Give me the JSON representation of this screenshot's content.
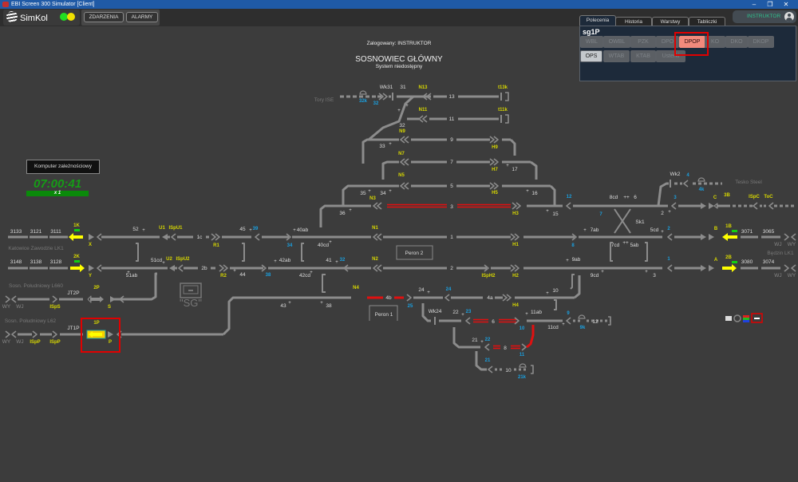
{
  "window": {
    "title": "EBI Screen 300 Simulator [Client]",
    "minimize": "–",
    "maximize": "❐",
    "close": "✕"
  },
  "topbar": {
    "logo_text": "SimKol",
    "status_leds": [
      {
        "name": "green",
        "color": "#22dd22"
      },
      {
        "name": "yellow",
        "color": "#f0e000"
      }
    ],
    "events_button": "ZDARZENIA",
    "alarms_button": "ALARMY",
    "user_button": "INSTRUKTOR"
  },
  "panel": {
    "tabs": [
      {
        "label": "Polecenia",
        "active": true
      },
      {
        "label": "Historia",
        "active": false
      },
      {
        "label": "Warstwy",
        "active": false
      },
      {
        "label": "Tabliczki",
        "active": false
      }
    ],
    "selected_object": "sg1P",
    "commands_row1": [
      {
        "label": "WBL",
        "state": "disabled"
      },
      {
        "label": "OWBL",
        "state": "disabled"
      },
      {
        "label": "PZK",
        "state": "disabled"
      },
      {
        "label": "DPO",
        "state": "disabled"
      },
      {
        "label": "DPOP",
        "state": "highlighted"
      },
      {
        "label": "KO",
        "state": "disabled"
      },
      {
        "label": "DKO",
        "state": "disabled"
      },
      {
        "label": "DKOP",
        "state": "disabled"
      }
    ],
    "commands_row2": [
      {
        "label": "OPS",
        "state": "enabled"
      },
      {
        "label": "WTAB",
        "state": "disabled"
      },
      {
        "label": "KTAB",
        "state": "disabled"
      },
      {
        "label": "Usterki",
        "state": "disabled"
      }
    ]
  },
  "header": {
    "logged_in": "Zalogowany: INSTRUKTOR",
    "station": "SOSNOWIEC GŁÓWNY",
    "system_status": "System niedostępny"
  },
  "interlocking": {
    "label": "Komputer zależnościowy",
    "clock": "07:00:41",
    "speed": "x 1"
  },
  "colors": {
    "track": "#8c8c8c",
    "occupied": "#e01010",
    "signal_label": "#d8d800",
    "blue_label": "#1aa0e0",
    "route_yellow": "#ffff00",
    "highlight": "#e00000"
  },
  "scheme": {
    "areas": [
      "Tory ISE",
      "Katowice Zawodzie LK1",
      "Sosn. Południowy L660",
      "Sosn. Południowy L62",
      "Tesko Steel",
      "Będzin LK1"
    ],
    "platforms": [
      "Peron 2",
      "Peron 1"
    ],
    "sg_label": "\"SG\"",
    "tracks": [
      "13",
      "11",
      "9",
      "7",
      "5",
      "3",
      "1",
      "2",
      "4b",
      "4a",
      "6",
      "8",
      "10",
      "12",
      "1c",
      "2b"
    ],
    "signals": [
      "N13",
      "N11",
      "N9",
      "N7",
      "N5",
      "N3",
      "N1",
      "N2",
      "N4",
      "H9",
      "H7",
      "H5",
      "H3",
      "H1",
      "H2",
      "H4",
      "U1",
      "U2",
      "R1",
      "R2",
      "1K",
      "2K",
      "2P",
      "1P",
      "X",
      "Y",
      "S",
      "P",
      "C",
      "B",
      "A",
      "3B",
      "1B",
      "2B",
      "ISpU1",
      "ISpU2",
      "ISpS",
      "ISpP",
      "ISpH2",
      "ISpC",
      "ToC",
      "t13k",
      "t11k"
    ],
    "switches": [
      "52",
      "51cd",
      "51ab",
      "45",
      "44",
      "40ab",
      "40cd",
      "42ab",
      "42cd",
      "41",
      "43",
      "38",
      "36",
      "35",
      "34",
      "33",
      "32",
      "31",
      "24",
      "22",
      "21",
      "17",
      "16",
      "15",
      "10",
      "11ab",
      "11cd",
      "9ab",
      "9cd",
      "8cd",
      "7ab",
      "7cd",
      "6",
      "5ab",
      "5cd",
      "3",
      "2"
    ],
    "blue_numbers": [
      "32k",
      "32",
      "39",
      "34",
      "36",
      "32",
      "25",
      "24",
      "23",
      "22",
      "21",
      "21k",
      "10",
      "11",
      "9",
      "9k",
      "12",
      "7",
      "8",
      "3",
      "4",
      "4k",
      "2",
      "1"
    ],
    "block_sections": [
      "3133",
      "3121",
      "3111",
      "3148",
      "3138",
      "3128",
      "3071",
      "3065",
      "3080",
      "3074",
      "JT2P",
      "JT1P"
    ],
    "misc_labels": [
      "Wk31",
      "Wk2",
      "Wk24",
      "Sk1",
      "WY",
      "WJ"
    ]
  }
}
